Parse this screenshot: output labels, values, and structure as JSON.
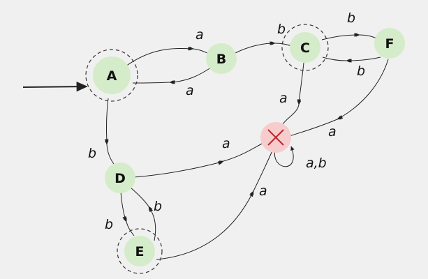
{
  "colors": {
    "background": "#f0f0f0",
    "state_fill": "#d4ecc9",
    "trap_fill": "#f7cccc",
    "trap_mark": "#c0282d",
    "line": "#222222"
  },
  "states": {
    "A": {
      "label": "A",
      "start": true,
      "accepting": true
    },
    "B": {
      "label": "B",
      "start": false,
      "accepting": false
    },
    "C": {
      "label": "C",
      "start": false,
      "accepting": true
    },
    "D": {
      "label": "D",
      "start": false,
      "accepting": false
    },
    "E": {
      "label": "E",
      "start": false,
      "accepting": true
    },
    "F": {
      "label": "F",
      "start": false,
      "accepting": false
    },
    "trap": {
      "label": "",
      "icon": "cross-icon",
      "accepting": false
    }
  },
  "edges": [
    {
      "from": "A",
      "to": "B",
      "label": "a"
    },
    {
      "from": "B",
      "to": "A",
      "label": "a"
    },
    {
      "from": "B",
      "to": "C",
      "label": "b"
    },
    {
      "from": "C",
      "to": "F",
      "label": "b"
    },
    {
      "from": "F",
      "to": "C",
      "label": "b"
    },
    {
      "from": "C",
      "to": "trap",
      "label": "a"
    },
    {
      "from": "F",
      "to": "trap",
      "label": "a"
    },
    {
      "from": "A",
      "to": "D",
      "label": "b"
    },
    {
      "from": "D",
      "to": "trap",
      "label": "a"
    },
    {
      "from": "D",
      "to": "E",
      "label": "b"
    },
    {
      "from": "E",
      "to": "D",
      "label": "b"
    },
    {
      "from": "E",
      "to": "trap",
      "label": "a"
    },
    {
      "from": "trap",
      "to": "trap",
      "label": "a,b"
    }
  ]
}
